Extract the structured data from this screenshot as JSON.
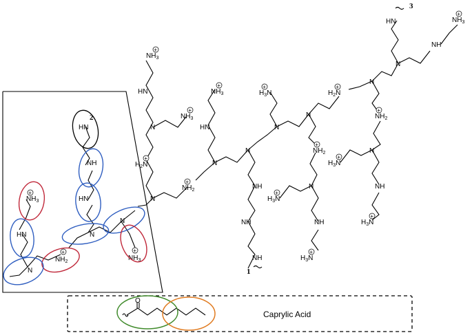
{
  "labels": {
    "end1": "1",
    "end2": "2",
    "end3": "3",
    "acid": "Caprylic Acid",
    "nh3": "NH3",
    "h3n": "H3N",
    "nh2": "NH2",
    "h2n": "H2N",
    "nh": "NH",
    "hn": "HN",
    "n": "N",
    "o": "O",
    "plus": "+"
  },
  "colors": {
    "blue": "#2f5ec0",
    "red": "#c0283a",
    "green": "#3f8a2a",
    "orange": "#e07a1f"
  }
}
